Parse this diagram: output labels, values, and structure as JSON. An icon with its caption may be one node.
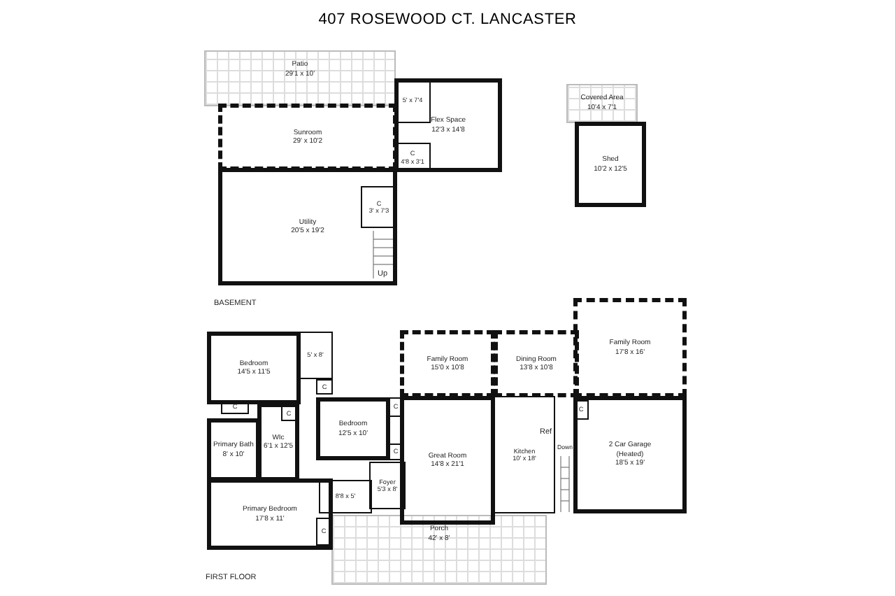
{
  "diagram": {
    "title": "407 ROSEWOOD CT. LANCASTER",
    "nodes": [
      {
        "text": [
          "Patio",
          "29'1 x 10'"
        ]
      },
      {
        "text": [
          "Sunroom",
          "29' x 10'2"
        ]
      },
      {
        "text": [
          "5' x 7'4"
        ],
        "in": 3
      },
      {
        "text": [
          "Flex Space",
          "12'3 x 14'8"
        ]
      },
      {
        "text": [
          "C",
          "4'8 x 3'1"
        ],
        "in": 3
      },
      {
        "text": [
          "Utility",
          "20'5 x 19'2"
        ]
      },
      {
        "text": [
          "C",
          "3' x 7'3"
        ],
        "in": 5
      },
      {
        "text": [
          "Covered Area",
          "10'4 x 7'1"
        ]
      },
      {
        "text": [
          "Shed",
          "10'2 x 12'5"
        ]
      },
      {
        "text": [
          "Bedroom",
          "14'5 x 11'5"
        ]
      },
      {
        "text": [
          "5' x 8'"
        ]
      },
      {
        "text": [
          "C"
        ]
      },
      {
        "text": [
          "C"
        ]
      },
      {
        "text": [
          "C"
        ],
        "in": 15
      },
      {
        "text": [
          "Primary Bath",
          "8' x 10'"
        ]
      },
      {
        "text": [
          "WIc",
          "6'1 x 12'5"
        ]
      },
      {
        "text": [
          "Bedroom",
          "12'5 x 10'"
        ]
      },
      {
        "text": [
          "C"
        ]
      },
      {
        "text": [
          "C"
        ]
      },
      {
        "text": [
          "Primary Bedroom",
          "17'8 x 11'"
        ]
      },
      {
        "text": [
          "8'8 x 5'"
        ]
      },
      {
        "text": [
          "C"
        ],
        "in": 19
      },
      {
        "text": [
          "Foyer",
          "5'3 x 8'"
        ]
      },
      {
        "text": [
          "Family Room",
          "15'0 x 10'8"
        ]
      },
      {
        "text": [
          "Dining Room",
          "13'8 x 10'8"
        ]
      },
      {
        "text": [
          "Great Room",
          "14'8 x 21'1"
        ]
      },
      {
        "text": [
          "Kitchen",
          "10' x 18'"
        ]
      },
      {
        "text": [
          "Family Room",
          "17'8 x 16'"
        ]
      },
      {
        "text": [
          "C"
        ],
        "in": 29
      },
      {
        "text": [
          "2 Car Garage",
          "(Heated)",
          "18'5 x 19'"
        ]
      },
      {
        "text": [
          "Porch",
          "42' x 8'"
        ]
      }
    ],
    "labels": [
      "Up",
      "BASEMENT",
      "Ref",
      "Down",
      "FIRST FLOOR"
    ]
  }
}
